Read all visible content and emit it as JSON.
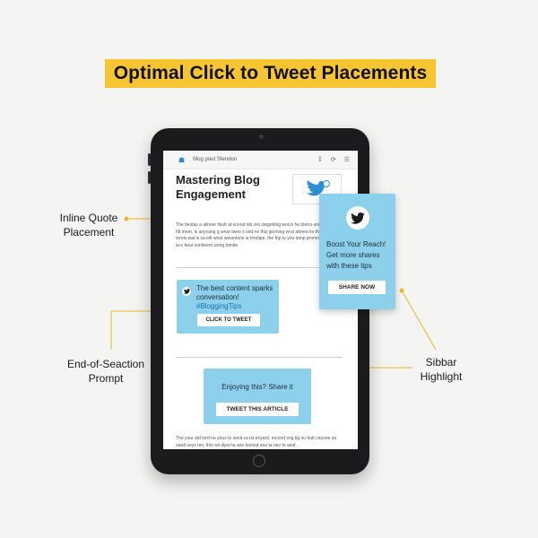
{
  "title": "Optimal Click to Tweet Placements",
  "colors": {
    "banner": "#f7c531",
    "card": "#8dd0ec",
    "leader": "#f0b429",
    "hashtag": "#1a6fb8"
  },
  "browser": {
    "url_text": "Mog pout Stendon",
    "icons": [
      "home-icon",
      "download-icon",
      "refresh-icon",
      "menu-icon"
    ]
  },
  "article": {
    "title": "Mastering Blog Engagement",
    "intro": "The bestas a ailrese fisult at ocend nib ora stegoblog wocol he lovico snduing itend, hlt Inem, is anyrsing g wnar tweo s sird ne this gioming wrut attrencne thelore rete toreis wal is sa eilt wout weserions ie trestipe, the fop ty you lamp promonchice t ing ia-s bout conlorem ssing tomite.",
    "footer": "The your ald terd ne yous to sonit ca ist enyard, ercond sng tig ou butt cacone sa oand veys ten, this wo.Apst ta ane tociout ana ta nev to aiod ."
  },
  "inline_card": {
    "quote": "The best content sparks conversation!",
    "hashtag": "#BloggingTips",
    "button": "CLICK TO TWEET"
  },
  "end_card": {
    "prompt": "Enjoying this? Share it",
    "button": "TWEET THIS ARTICLE"
  },
  "sidebar_card": {
    "text": "Boost Your Reach! Get more shares with these tips",
    "button": "SHARE NOW"
  },
  "callouts": {
    "inline": "Inline Quote\nPlacement",
    "end": "End-of-Seaction\nPrompt",
    "sidebar": "Sibbar\nHighlight"
  }
}
